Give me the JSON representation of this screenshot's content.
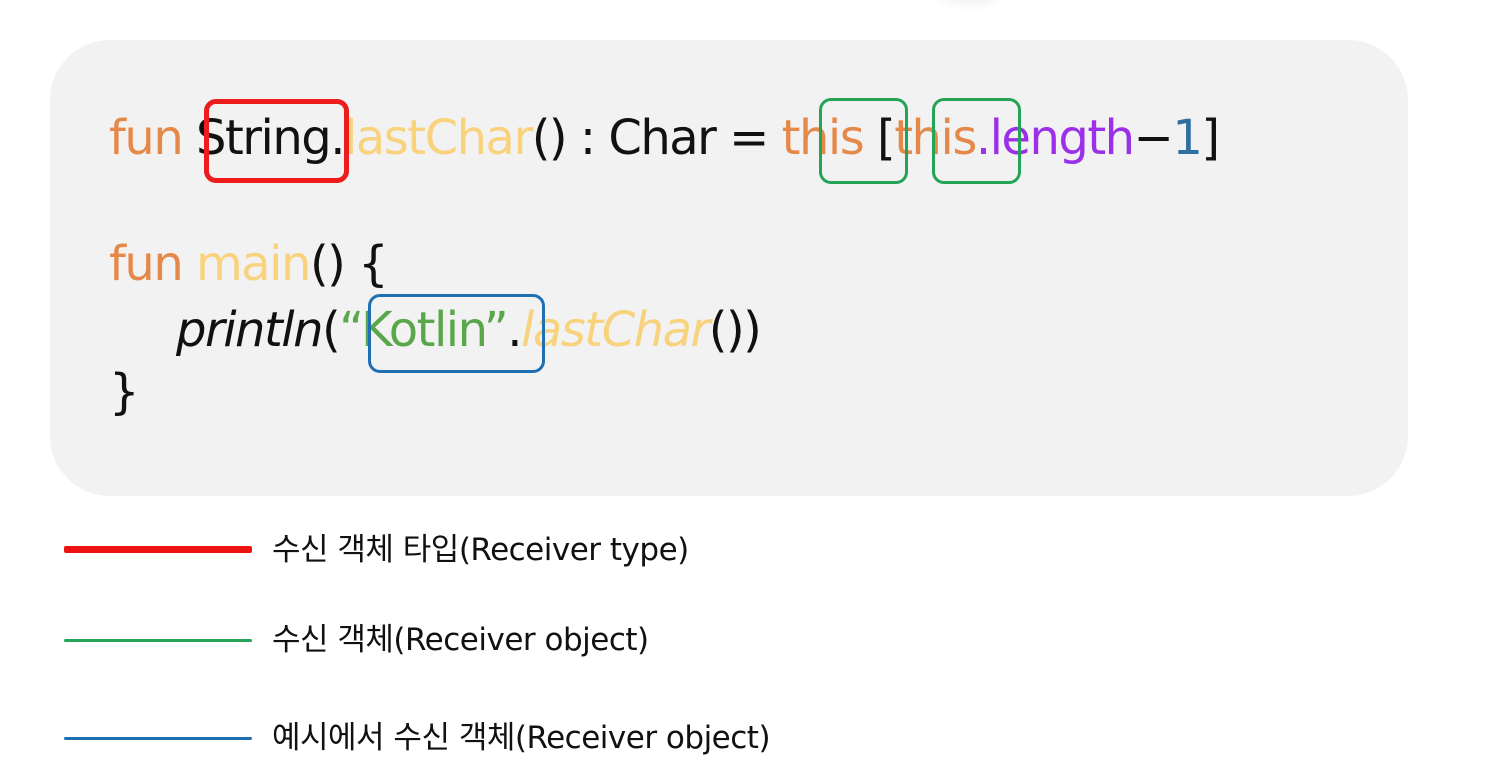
{
  "code": {
    "line1": {
      "fun": "fun ",
      "receiver_type": "String",
      "dot": ".",
      "name": "lastChar",
      "sig": "() : Char = ",
      "this1": "this",
      "bracket_open": " [",
      "this2": "this",
      "dot_length": ".length",
      "minus": "−",
      "one": "1",
      "bracket_close": "]"
    },
    "line2": {
      "fun": "fun ",
      "name": "main",
      "rest": "() {"
    },
    "line3": {
      "println": "println",
      "paren_open": "(",
      "string": "“Kotlin”",
      "dot": ".",
      "call": "lastChar",
      "parens_close": "())"
    },
    "line4": {
      "brace": "}"
    }
  },
  "legend": {
    "receiver_type": "수신 객체 타입(Receiver type)",
    "receiver_object": "수신 객체(Receiver object)",
    "example_receiver_object": "예시에서 수신 객체(Receiver object)"
  },
  "colors": {
    "keyword": "#e5894a",
    "function_name": "#f8d27d",
    "property": "#9b30e8",
    "string": "#5aa64b",
    "number": "#2f6f9f",
    "box_receiver_type": "#ee1c1c",
    "box_receiver_object": "#23a457",
    "box_example_receiver": "#1f6fb3",
    "panel_background": "#f2f2f2"
  }
}
